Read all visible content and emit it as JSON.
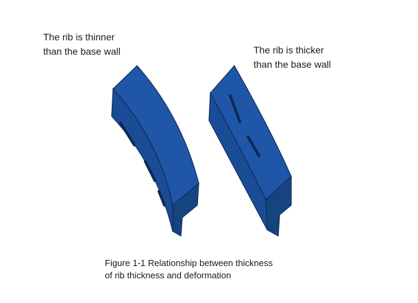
{
  "labels": {
    "left_line1": "The rib is thinner",
    "left_line2": "than the base wall",
    "right_line1": "The rib is thicker",
    "right_line2": "than the base wall"
  },
  "caption": {
    "line1": "Figure 1-1 Relationship between thickness",
    "line2": "of rib thickness and deformation"
  },
  "colors": {
    "part_fill": "#1f56a8",
    "part_dark": "#16447f",
    "part_outline": "#0f2d5c",
    "background": "#ffffff"
  }
}
